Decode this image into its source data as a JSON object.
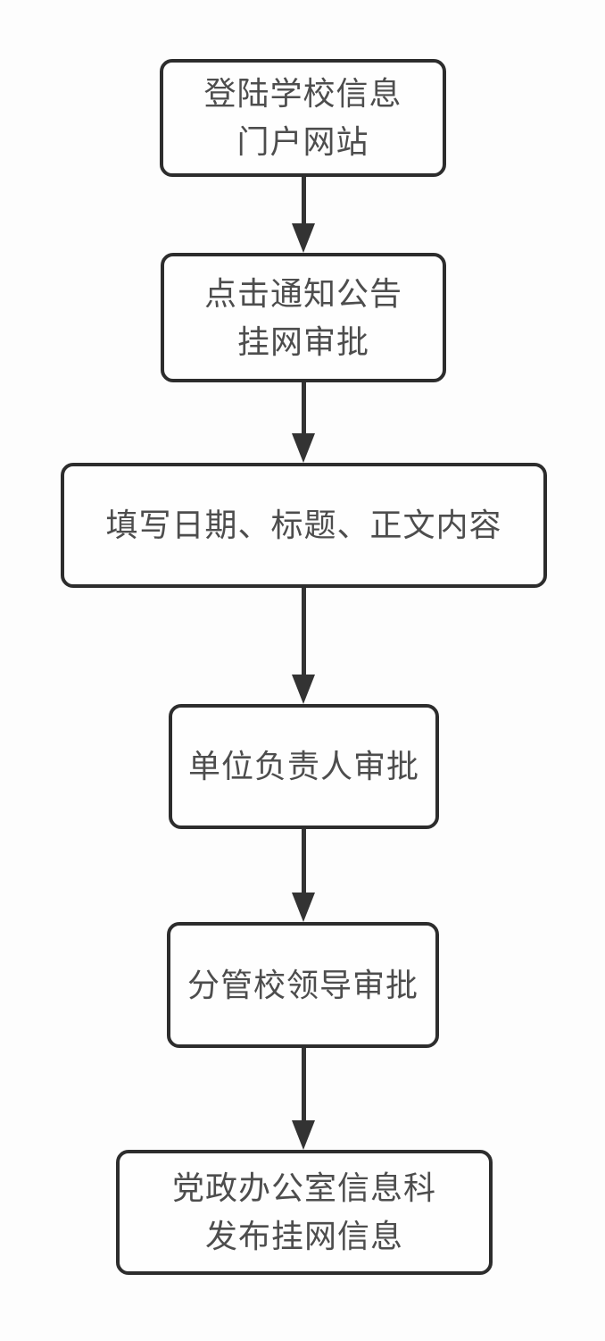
{
  "diagram": {
    "type": "flowchart",
    "direction": "top-down",
    "colors": {
      "background": "#fdfdfd",
      "node_border": "#2d2d2d",
      "node_fill": "#fefefe",
      "text": "#4d4d4d",
      "arrow": "#333333"
    },
    "nodes": [
      {
        "id": "step-1",
        "lines": [
          "登陆学校信息",
          "门户网站"
        ]
      },
      {
        "id": "step-2",
        "lines": [
          "点击通知公告",
          "挂网审批"
        ]
      },
      {
        "id": "step-3",
        "lines": [
          "填写日期、标题、正文内容"
        ]
      },
      {
        "id": "step-4",
        "lines": [
          "单位负责人审批"
        ]
      },
      {
        "id": "step-5",
        "lines": [
          "分管校领导审批"
        ]
      },
      {
        "id": "step-6",
        "lines": [
          "党政办公室信息科",
          "发布挂网信息"
        ]
      }
    ],
    "edges": [
      {
        "from": "step-1",
        "to": "step-2"
      },
      {
        "from": "step-2",
        "to": "step-3"
      },
      {
        "from": "step-3",
        "to": "step-4"
      },
      {
        "from": "step-4",
        "to": "step-5"
      },
      {
        "from": "step-5",
        "to": "step-6"
      }
    ]
  }
}
